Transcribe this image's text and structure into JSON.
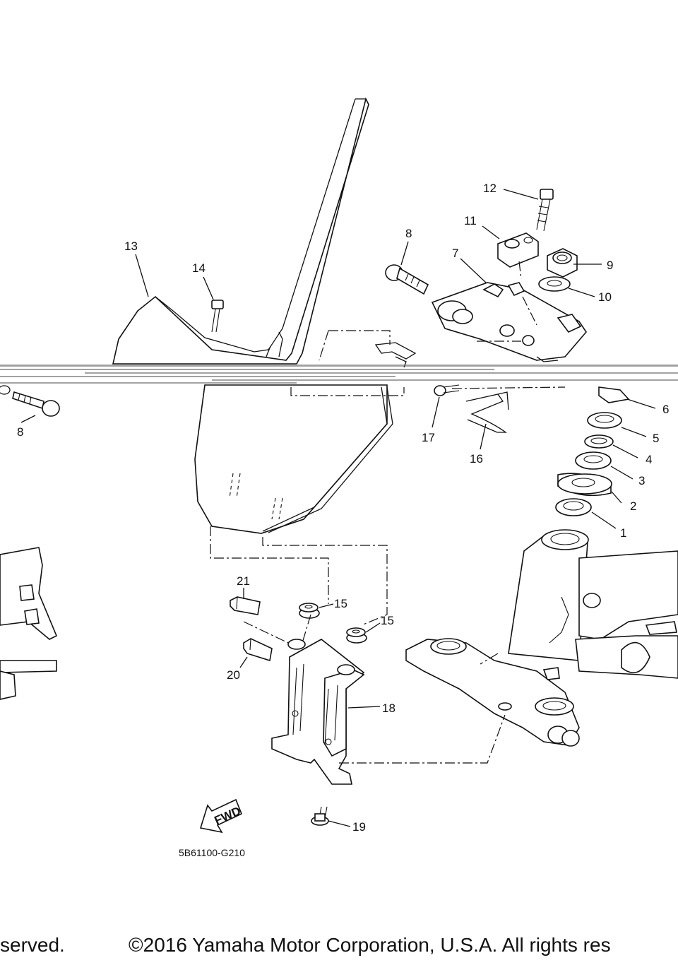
{
  "diagram": {
    "callouts": [
      {
        "id": "c1",
        "label": "1"
      },
      {
        "id": "c2",
        "label": "2"
      },
      {
        "id": "c3",
        "label": "3"
      },
      {
        "id": "c4",
        "label": "4"
      },
      {
        "id": "c5",
        "label": "5"
      },
      {
        "id": "c6",
        "label": "6"
      },
      {
        "id": "c7",
        "label": "7"
      },
      {
        "id": "c8a",
        "label": "8"
      },
      {
        "id": "c8b",
        "label": "8"
      },
      {
        "id": "c9",
        "label": "9"
      },
      {
        "id": "c10",
        "label": "10"
      },
      {
        "id": "c11",
        "label": "11"
      },
      {
        "id": "c12",
        "label": "12"
      },
      {
        "id": "c13",
        "label": "13"
      },
      {
        "id": "c14",
        "label": "14"
      },
      {
        "id": "c15a",
        "label": "15"
      },
      {
        "id": "c15b",
        "label": "15"
      },
      {
        "id": "c16",
        "label": "16"
      },
      {
        "id": "c17",
        "label": "17"
      },
      {
        "id": "c18",
        "label": "18"
      },
      {
        "id": "c19",
        "label": "19"
      },
      {
        "id": "c20",
        "label": "20"
      },
      {
        "id": "c21",
        "label": "21"
      }
    ],
    "fwd_label": "FWD",
    "drawing_code": "5B61100-G210"
  },
  "footer": {
    "left_text": "served.",
    "right_text": "©2016 Yamaha Motor Corporation, U.S.A. All rights res"
  }
}
